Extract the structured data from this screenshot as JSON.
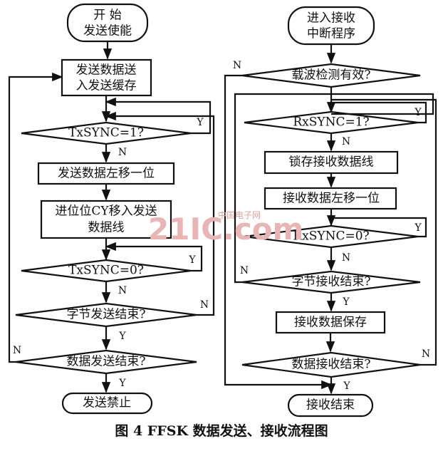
{
  "left_flow": {
    "start": [
      "开 始",
      "发送使能"
    ],
    "load_buffer": [
      "发送数据送",
      "入发送缓存"
    ],
    "check_txsync1": "TxSYNC=1?",
    "shift_left": "发送数据左移一位",
    "carry_to_line": [
      "进位位CY移入发送",
      "数据线"
    ],
    "check_txsync0": "TxSYNC=0?",
    "byte_done": "字节发送结束?",
    "data_done": "数据发送结束?",
    "end": "发送禁止"
  },
  "right_flow": {
    "start": [
      "进入接收",
      "中断程序"
    ],
    "carrier_check": "载波检测有效?",
    "check_rxsync1": "RxSYNC=1?",
    "latch_line": "锁存接收数据线",
    "shift_left": "接收数据左移一位",
    "check_rxsync0": "RxSYNC=0?",
    "byte_done": "字节接收结束?",
    "save_data": "接收数据保存",
    "data_done": "数据接收结束?",
    "end": "接收结束"
  },
  "branch_labels": {
    "yes": "Y",
    "no": "N"
  },
  "watermark": {
    "main": "21IC.com",
    "sub": "中国电子网"
  },
  "caption": "图 4  FFSK 数据发送、接收流程图",
  "colors": {
    "ink": "#111111",
    "watermark": "#e9b4b4"
  }
}
